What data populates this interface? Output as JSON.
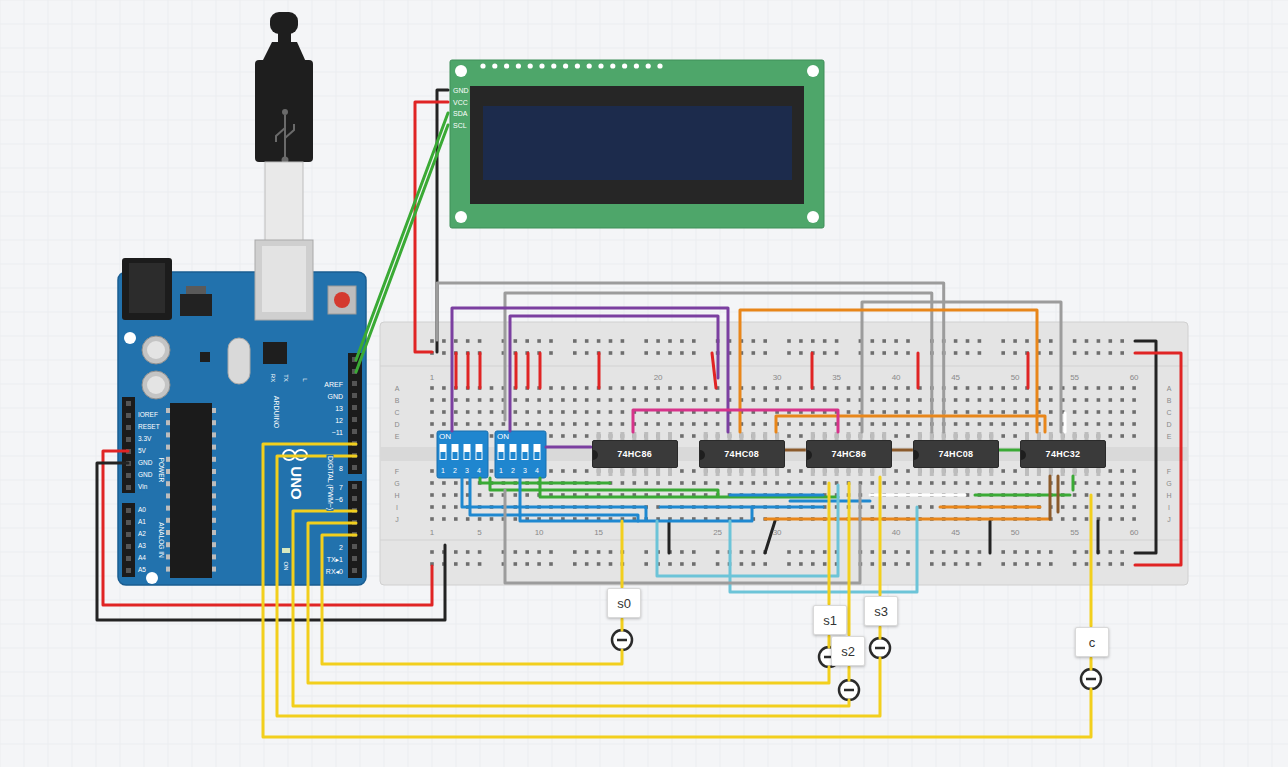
{
  "diagram": {
    "nodes": [
      {
        "text": [
          "74HC86"
        ]
      },
      {
        "text": [
          "74HC08"
        ]
      },
      {
        "text": [
          "74HC86"
        ]
      },
      {
        "text": [
          "74HC08"
        ]
      },
      {
        "text": [
          "74HC32"
        ]
      },
      {
        "text": [
          "s0"
        ]
      },
      {
        "text": [
          "s1"
        ]
      },
      {
        "text": [
          "s2"
        ]
      },
      {
        "text": [
          "s3"
        ]
      },
      {
        "text": [
          "c"
        ]
      }
    ],
    "edges": [
      {
        "from": 1,
        "to": 2,
        "arrow": "none"
      },
      {
        "from": 2,
        "to": 3,
        "arrow": "none"
      },
      {
        "from": 3,
        "to": 4,
        "arrow": "none"
      }
    ],
    "labels": [
      "GND",
      "VCC",
      "SDA",
      "SCL",
      "AREF",
      "GND",
      "13",
      "12",
      "~11",
      "8",
      "7",
      "~6",
      "2",
      "TX▸1",
      "RX◂0",
      "DIGITAL (PWM~)",
      "ARDUINO",
      "UNO",
      "IOREF",
      "RESET",
      "3.3V",
      "5V",
      "GND",
      "GND",
      "Vin",
      "POWER",
      "A0",
      "A1",
      "A2",
      "A3",
      "A4",
      "A5",
      "ANALOG IN",
      "RX",
      "TX",
      "L",
      "ON",
      "ON",
      "1",
      "2",
      "3",
      "4",
      "ON",
      "1",
      "2",
      "3",
      "4",
      "1",
      "20",
      "30",
      "35",
      "40",
      "45",
      "50",
      "55",
      "60",
      "1",
      "5",
      "10",
      "15",
      "25",
      "30",
      "40",
      "45",
      "50",
      "55",
      "60",
      "A",
      "B",
      "C",
      "D",
      "E",
      "F",
      "G",
      "H",
      "I",
      "J",
      "A",
      "B",
      "C",
      "D",
      "E",
      "F",
      "G",
      "H",
      "I",
      "J"
    ]
  }
}
